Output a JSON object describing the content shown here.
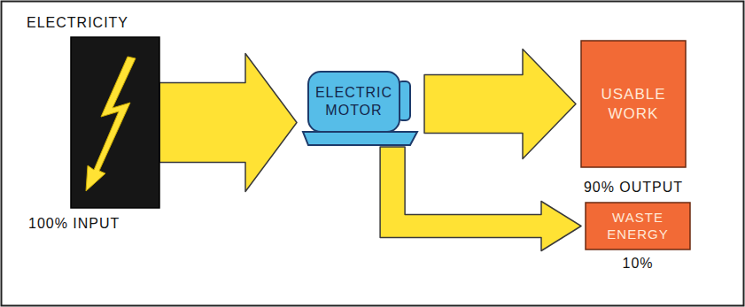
{
  "diagram": {
    "nodes": [
      {
        "text": [
          "ELECTRICITY",
          "100% INPUT"
        ]
      },
      {
        "text": [
          "ELECTRIC MOTOR"
        ]
      },
      {
        "text": [
          "USABLE WORK",
          "90% OUTPUT"
        ]
      },
      {
        "text": [
          "WASTE ENERGY",
          "10%"
        ]
      }
    ],
    "edges": [
      {
        "from": 0,
        "to": 1,
        "arrow": "to"
      },
      {
        "from": 1,
        "to": 2,
        "arrow": "to"
      },
      {
        "from": 1,
        "to": 3,
        "arrow": "to"
      }
    ]
  }
}
